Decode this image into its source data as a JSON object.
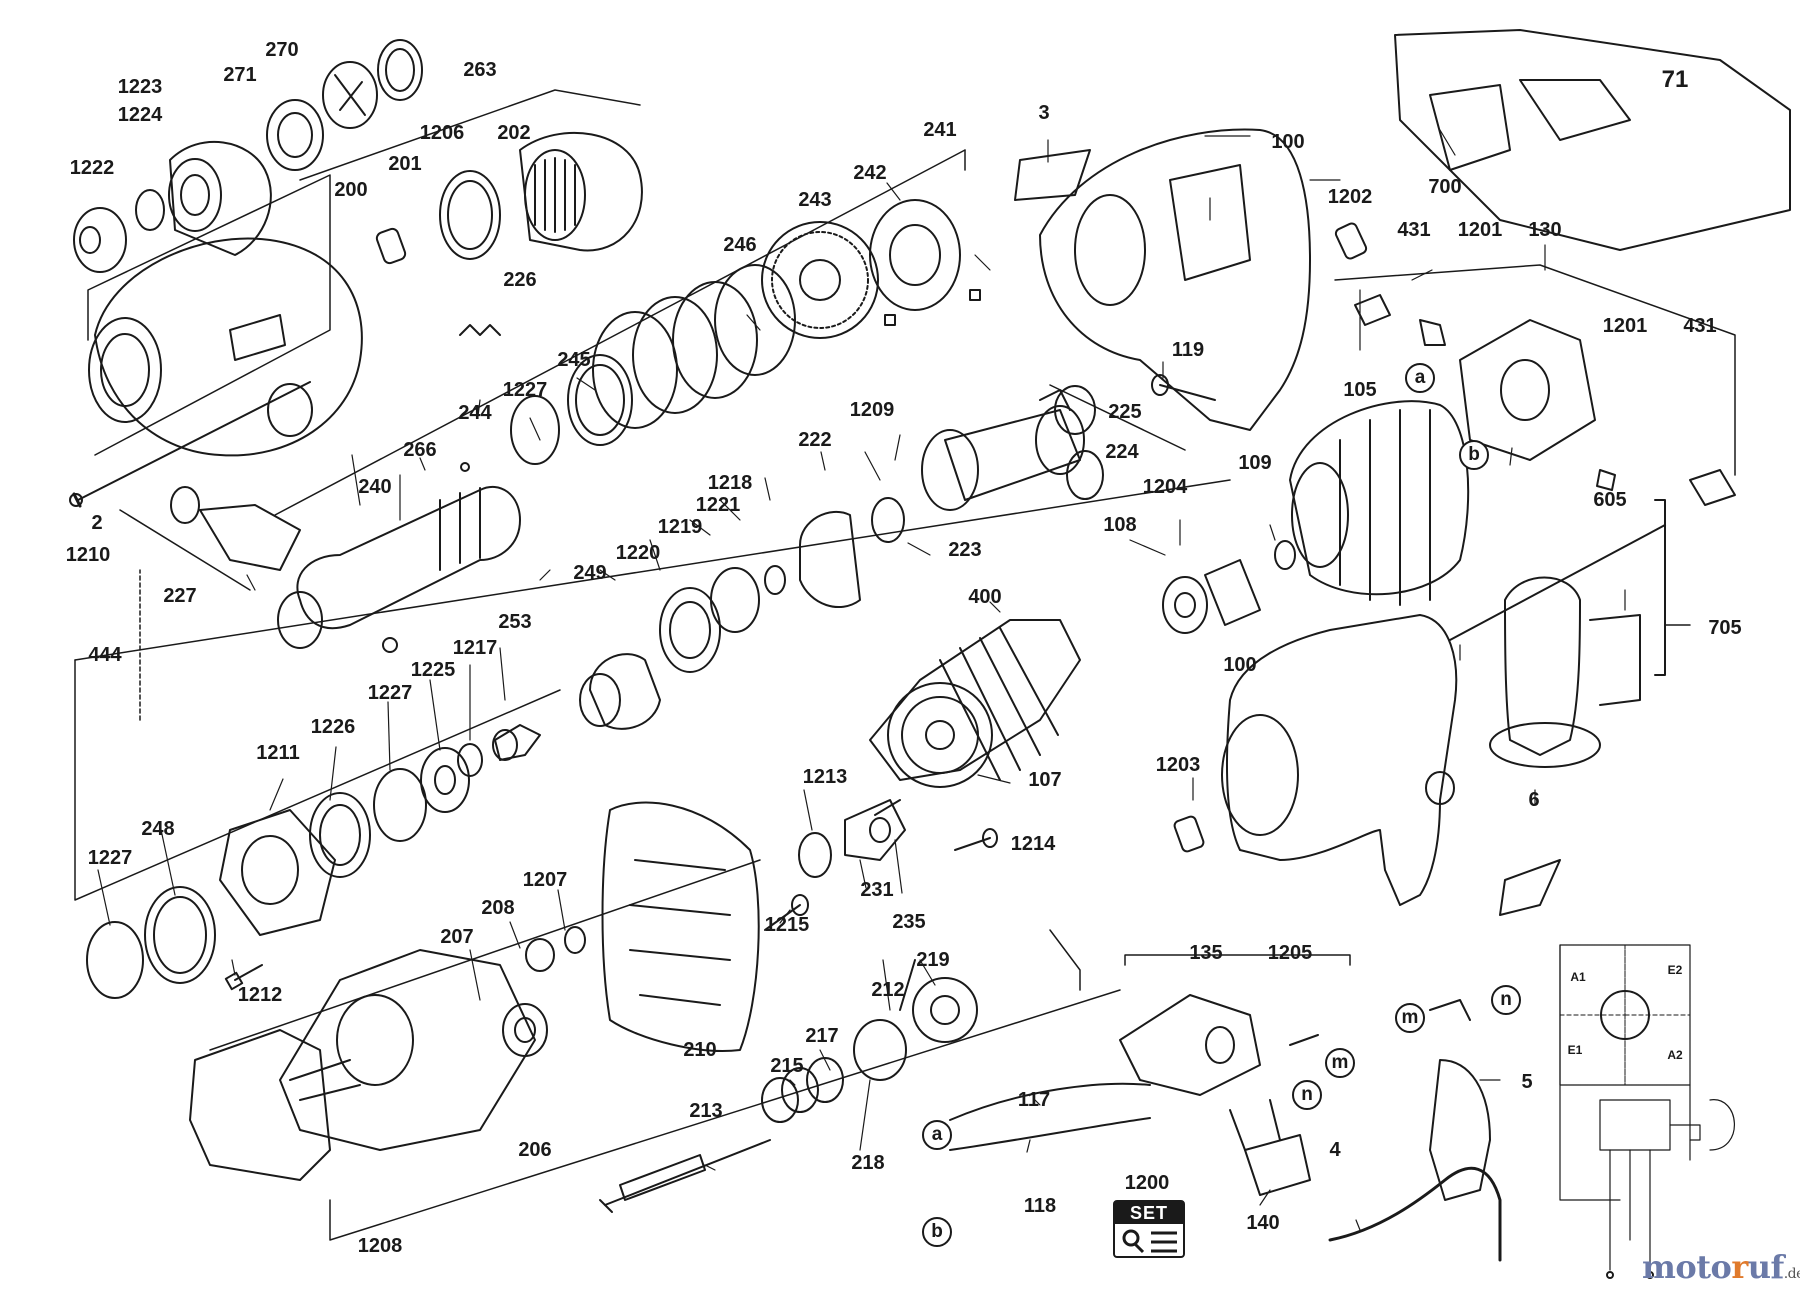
{
  "diagram": {
    "part_numbers": [
      "270",
      "263",
      "1223",
      "271",
      "1224",
      "1206",
      "202",
      "1222",
      "200",
      "201",
      "241",
      "226",
      "242",
      "243",
      "246",
      "2",
      "1210",
      "227",
      "444",
      "245",
      "1227",
      "244",
      "266",
      "240",
      "1209",
      "222",
      "1218",
      "1221",
      "1219",
      "1220",
      "249",
      "223",
      "225",
      "224",
      "253",
      "1217",
      "1225",
      "1227",
      "1226",
      "1211",
      "248",
      "1227",
      "1212",
      "1213",
      "1214",
      "1215",
      "1207",
      "208",
      "207",
      "231",
      "235",
      "219",
      "212",
      "217",
      "215",
      "213",
      "218",
      "210",
      "206",
      "1208",
      "400",
      "107",
      "108",
      "1204",
      "109",
      "3",
      "100",
      "1202",
      "119",
      "105",
      "431",
      "1201",
      "130",
      "1201",
      "431",
      "605",
      "705",
      "100",
      "1203",
      "6",
      "71",
      "700",
      "135",
      "1205",
      "117",
      "118",
      "140",
      "1200",
      "4",
      "5"
    ],
    "wire_markers": [
      "a",
      "b",
      "a",
      "b",
      "m",
      "n",
      "m",
      "n"
    ],
    "schematic_labels": [
      "A1",
      "E2",
      "E1",
      "A2"
    ],
    "set_badge": "SET"
  },
  "watermark": {
    "part_a": "moto",
    "part_b": "r",
    "part_c": "uf",
    "part_d": ".de"
  }
}
